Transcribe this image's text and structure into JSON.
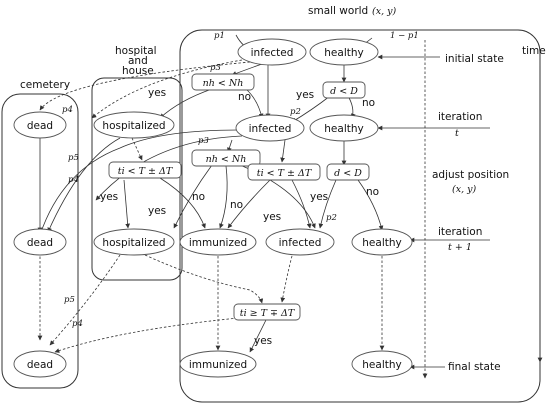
{
  "regions": {
    "cemetery": "cemetery",
    "hospital_line1": "hospital",
    "hospital_line2": "and",
    "hospital_line3": "house",
    "small_world": "small world",
    "small_world_xy": "(x, y)"
  },
  "side_labels": {
    "initial_state": "initial state",
    "iteration_t": "iteration",
    "t": "t",
    "adjust_position": "adjust position",
    "xy": "(x, y)",
    "iteration_t1": "iteration",
    "t1": "t + 1",
    "final_state": "final state",
    "time": "time"
  },
  "nodes": {
    "infected": "infected",
    "healthy": "healthy",
    "dead": "dead",
    "hospitalized": "hospitalized",
    "immunized": "immunized"
  },
  "conditions": {
    "nh_lt_Nh": "nh < Nh",
    "d_lt_D": "d < D",
    "ti_lt_T": "ti < T ± ΔT",
    "ti_ge_T": "ti ≥ T ∓ ΔT"
  },
  "edge_labels": {
    "yes": "yes",
    "no": "no",
    "p1": "p1",
    "one_minus_p1": "1 − p1",
    "p2": "p2",
    "p3": "p3",
    "p4": "p4",
    "p5": "p5"
  }
}
